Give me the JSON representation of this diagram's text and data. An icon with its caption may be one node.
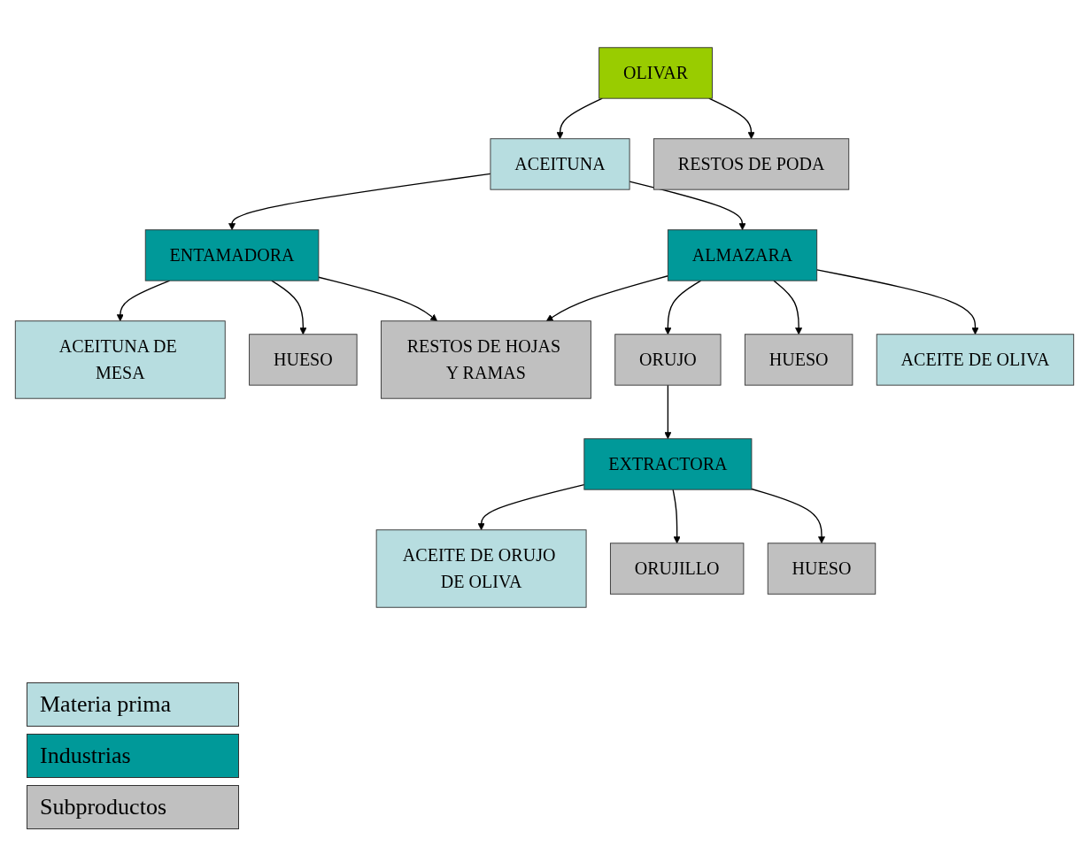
{
  "diagram": {
    "nodes": [
      {
        "text": [
          "OLIVAR"
        ]
      },
      {
        "text": [
          "RESTOS DE PODA"
        ]
      },
      {
        "text": [
          "ACEITUNA"
        ]
      },
      {
        "text": [
          "ACEITUNA DE MESA"
        ]
      },
      {
        "text": [
          "ENTAMADORA"
        ]
      },
      {
        "text": [
          "ALMAZARA"
        ]
      },
      {
        "text": [
          "ACEITE DE OLIVA"
        ]
      },
      {
        "text": [
          "HUESO"
        ]
      },
      {
        "text": [
          "RESTOS DE HOJAS Y RAMAS"
        ]
      },
      {
        "text": [
          "ORUJO"
        ]
      },
      {
        "text": [
          "HUESO"
        ]
      },
      {
        "text": [
          "EXTRACTORA"
        ]
      },
      {
        "text": [
          "ACEITE DE ORUJO DE OLIVA"
        ]
      },
      {
        "text": [
          "ORUJILLO"
        ]
      },
      {
        "text": [
          "HUESO"
        ]
      }
    ],
    "edges": [
      {
        "from": 0,
        "to": 1,
        "arrow": "to"
      },
      {
        "from": 0,
        "to": 2,
        "arrow": "to"
      },
      {
        "from": 2,
        "to": 4,
        "arrow": "to"
      },
      {
        "from": 2,
        "to": 5,
        "arrow": "to"
      },
      {
        "from": 4,
        "to": 3,
        "arrow": "to"
      },
      {
        "from": 5,
        "to": 6,
        "arrow": "to"
      },
      {
        "from": 4,
        "to": 7,
        "arrow": "to"
      },
      {
        "from": 4,
        "to": 8,
        "arrow": "to"
      },
      {
        "from": 5,
        "to": 8,
        "arrow": "to"
      },
      {
        "from": 5,
        "to": 9,
        "arrow": "to"
      },
      {
        "from": 5,
        "to": 10,
        "arrow": "to"
      },
      {
        "from": 9,
        "to": 11,
        "arrow": "to"
      },
      {
        "from": 11,
        "to": 12,
        "arrow": "to"
      },
      {
        "from": 11,
        "to": 13,
        "arrow": "to"
      },
      {
        "from": 11,
        "to": 14,
        "arrow": "to"
      }
    ],
    "legend": [
      {
        "text": "Materia prima",
        "color": "#b7dde0"
      },
      {
        "text": "Industrias",
        "color": "#009999"
      },
      {
        "text": "Subproductos",
        "color": "#c0c0c0"
      }
    ]
  }
}
